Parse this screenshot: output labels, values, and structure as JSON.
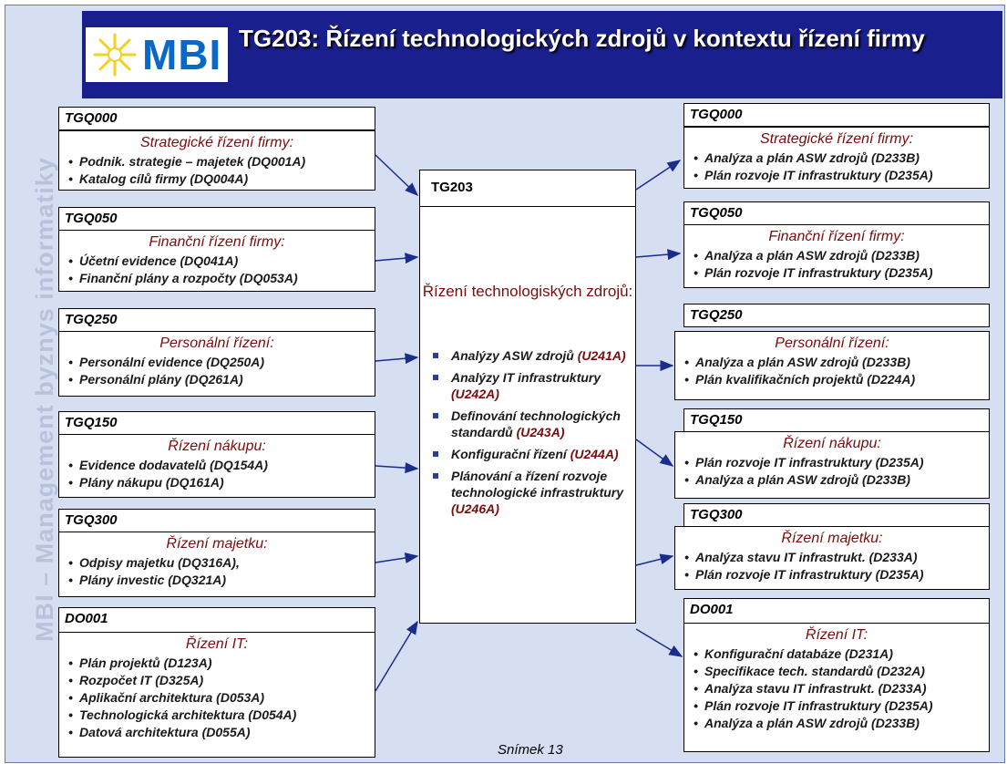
{
  "header": {
    "logo_text": "MBI",
    "title": "TG203: Řízení technologických zdrojů v kontextu řízení firmy"
  },
  "sidebar_text": "MBI – Management byznys informatiky",
  "left": [
    {
      "tag": "TGQ000",
      "title": "Strategické řízení firmy:",
      "items": [
        "Podnik. strategie – majetek (DQ001A)",
        "Katalog cílů firmy (DQ004A)"
      ]
    },
    {
      "tag": "TGQ050",
      "title": "Finanční řízení firmy:",
      "items": [
        "Účetní evidence (DQ041A)",
        "Finanční plány a rozpočty (DQ053A)"
      ]
    },
    {
      "tag": "TGQ250",
      "title": "Personální řízení:",
      "items": [
        "Personální evidence (DQ250A)",
        "Personální plány (DQ261A)"
      ]
    },
    {
      "tag": "TGQ150",
      "title": "Řízení nákupu:",
      "items": [
        "Evidence dodavatelů (DQ154A)",
        "Plány nákupu (DQ161A)"
      ]
    },
    {
      "tag": "TGQ300",
      "title": "Řízení majetku:",
      "items": [
        "Odpisy majetku (DQ316A),",
        "Plány investic (DQ321A)"
      ]
    },
    {
      "tag": "DO001",
      "title": "Řízení IT:",
      "items": [
        "Plán projektů (D123A)",
        "Rozpočet IT (D325A)",
        "Aplikační architektura (D053A)",
        "Technologická architektura (D054A)",
        "Datová architektura (D055A)"
      ]
    }
  ],
  "center": {
    "tag": "TG203",
    "title": "Řízení technologiských zdrojů:",
    "items": [
      {
        "text": "Analýzy ASW zdrojů ",
        "code": "(U241A)"
      },
      {
        "text": "Analýzy IT infrastruktury ",
        "code": "(U242A)"
      },
      {
        "text": "Definování technologických standardů ",
        "code": "(U243A)"
      },
      {
        "text": "Konfigurační řízení ",
        "code": "(U244A)"
      },
      {
        "text": "Plánování a řízení rozvoje technologické infrastruktury ",
        "code": "(U246A)"
      }
    ]
  },
  "right": [
    {
      "tag": "TGQ000",
      "title": "Strategické řízení firmy:",
      "items": [
        "Analýza a plán ASW zdrojů (D233B)",
        "Plán rozvoje IT infrastruktury (D235A)"
      ]
    },
    {
      "tag": "TGQ050",
      "title": "Finanční řízení firmy:",
      "items": [
        "Analýza a plán ASW zdrojů (D233B)",
        "Plán rozvoje IT infrastruktury (D235A)"
      ]
    },
    {
      "tag": "TGQ250",
      "title": "Personální řízení:",
      "items": [
        "Analýza a plán ASW zdrojů (D233B)",
        "Plán kvalifikačních projektů (D224A)"
      ]
    },
    {
      "tag": "TGQ150",
      "title": "Řízení nákupu:",
      "items": [
        "Plán rozvoje IT infrastruktury (D235A)",
        "Analýza a plán ASW zdrojů (D233B)"
      ]
    },
    {
      "tag": "TGQ300",
      "title": "Řízení majetku:",
      "items": [
        "Analýza stavu IT infrastrukt. (D233A)",
        "Plán rozvoje IT infrastruktury (D235A)"
      ]
    },
    {
      "tag": "DO001",
      "title": "Řízení IT:",
      "items": [
        "Konfigurační databáze (D231A)",
        "Specifikace tech. standardů (D232A)",
        "Analýza stavu IT infrastrukt. (D233A)",
        "Plán rozvoje IT infrastruktury (D235A)",
        "Analýza a plán ASW zdrojů (D233B)"
      ]
    }
  ],
  "footer": "Snímek  13",
  "colors": {
    "title_bar": "#1a1f8e",
    "box_title": "#7a0c0c",
    "slide_bg": "#d6dff2"
  }
}
